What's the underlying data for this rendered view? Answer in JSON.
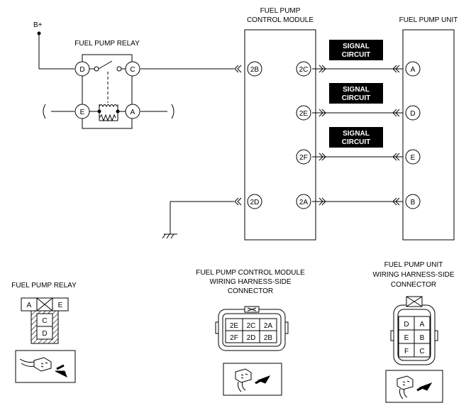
{
  "power": {
    "label": "B+"
  },
  "relay": {
    "title": "FUEL PUMP RELAY",
    "terminals": {
      "d": "D",
      "c": "C",
      "e": "E",
      "a": "A"
    }
  },
  "module": {
    "title_line1": "FUEL PUMP",
    "title_line2": "CONTROL MODULE",
    "left_pins": {
      "p2b": "2B",
      "p2d": "2D"
    },
    "right_pins": {
      "p2c": "2C",
      "p2e": "2E",
      "p2f": "2F",
      "p2a": "2A"
    }
  },
  "pump_unit": {
    "title": "FUEL PUMP UNIT",
    "pins": {
      "a": "A",
      "d": "D",
      "e": "E",
      "b": "B"
    }
  },
  "signal_label": {
    "line1": "SIGNAL",
    "line2": "CIRCUIT"
  },
  "relay_connector": {
    "title": "FUEL PUMP RELAY",
    "cells": {
      "a": "A",
      "e": "E",
      "c": "C",
      "d": "D"
    }
  },
  "module_connector": {
    "title_line1": "FUEL PUMP CONTROL MODULE",
    "title_line2": "WIRING HARNESS-SIDE",
    "title_line3": "CONNECTOR",
    "cells": {
      "r1c1": "2E",
      "r1c2": "2C",
      "r1c3": "2A",
      "r2c1": "2F",
      "r2c2": "2D",
      "r2c3": "2B"
    }
  },
  "pump_connector": {
    "title_line1": "FUEL PUMP UNIT",
    "title_line2": "WIRING HARNESS-SIDE",
    "title_line3": "CONNECTOR",
    "cells": {
      "r1c1": "D",
      "r1c2": "A",
      "r2c1": "E",
      "r2c2": "B",
      "r3c1": "F",
      "r3c2": "C"
    }
  }
}
